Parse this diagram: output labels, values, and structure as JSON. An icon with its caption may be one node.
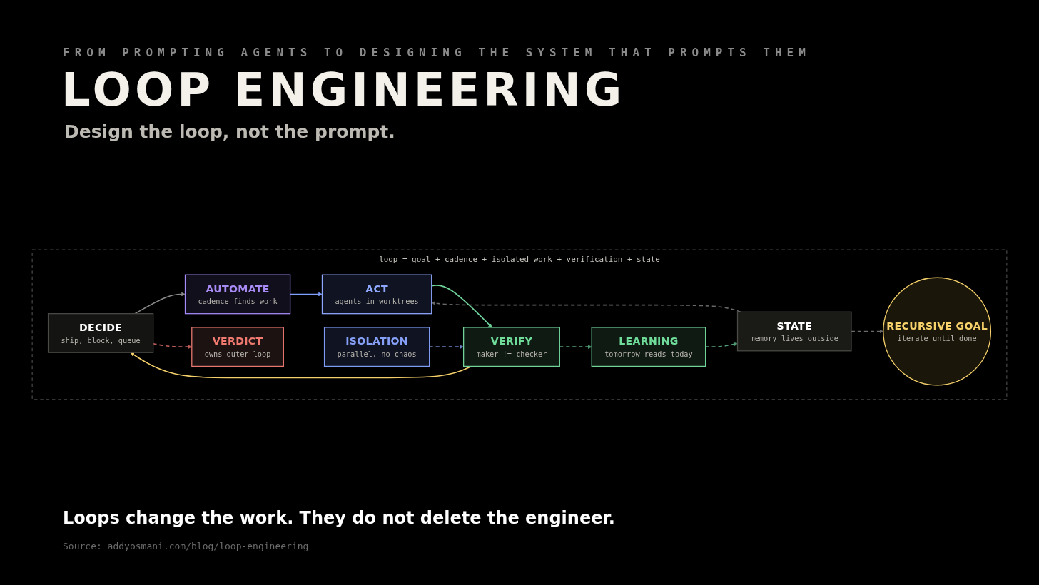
{
  "diagram": {
    "title": "LOOP ENGINEERING",
    "caption": "Loops change the work. They do not delete the engineer.",
    "nodes": [
      {
        "text": [
          "loop = goal + cadence + isolated work + verification + state"
        ]
      },
      {
        "text": [
          "VERDICT",
          "owns outer loop"
        ],
        "in": 0
      },
      {
        "text": [
          "AUTOMATE",
          "cadence finds work"
        ],
        "in": 0
      },
      {
        "text": [
          "STATE",
          "memory lives outside"
        ],
        "in": 0
      },
      {
        "text": [
          "DECIDE",
          "ship, block, queue"
        ],
        "in": 0
      },
      {
        "text": [
          "RECURSIVE GOAL",
          "iterate until done"
        ],
        "in": 0
      },
      {
        "text": [
          "ACT",
          "agents in worktrees"
        ],
        "in": 0
      },
      {
        "text": [
          "ISOLATION",
          "parallel, no chaos"
        ],
        "in": 0
      },
      {
        "text": [
          "VERIFY",
          "maker != checker"
        ],
        "in": 0
      },
      {
        "text": [
          "LEARNING",
          "tomorrow reads today"
        ],
        "in": 0
      }
    ],
    "edges": [
      {
        "from": 4,
        "to": 2,
        "arrow": "to",
        "color": "#8a8a8a"
      },
      {
        "from": 2,
        "to": 6,
        "arrow": "to",
        "color": "#7fa0ff"
      },
      {
        "from": 6,
        "to": 8,
        "arrow": "to",
        "color": "#6fd39a"
      },
      {
        "from": 8,
        "to": 4,
        "arrow": "to",
        "color": "#f5d06a"
      },
      {
        "from": 4,
        "to": 1,
        "arrow": "to",
        "style": "dashed",
        "color": "#c0605c"
      },
      {
        "from": 3,
        "to": 5,
        "arrow": "to",
        "style": "dashed",
        "color": "#6a6a6a"
      },
      {
        "from": 3,
        "to": 6,
        "arrow": "to",
        "style": "dashed",
        "color": "#6a6a6a"
      },
      {
        "from": 9,
        "to": 3,
        "arrow": "to",
        "style": "dashed",
        "color": "#4f9a74"
      },
      {
        "from": 8,
        "to": 9,
        "arrow": "to",
        "style": "dashed",
        "color": "#4f9a74"
      },
      {
        "from": 7,
        "to": 8,
        "arrow": "to",
        "style": "dashed",
        "color": "#6a7fc0"
      }
    ],
    "labels": [
      "FROM PROMPTING AGENTS TO DESIGNING THE SYSTEM THAT PROMPTS THEM",
      "Design the loop, not the prompt.",
      "Source: addyosmani.com/blog/loop-engineering"
    ]
  }
}
